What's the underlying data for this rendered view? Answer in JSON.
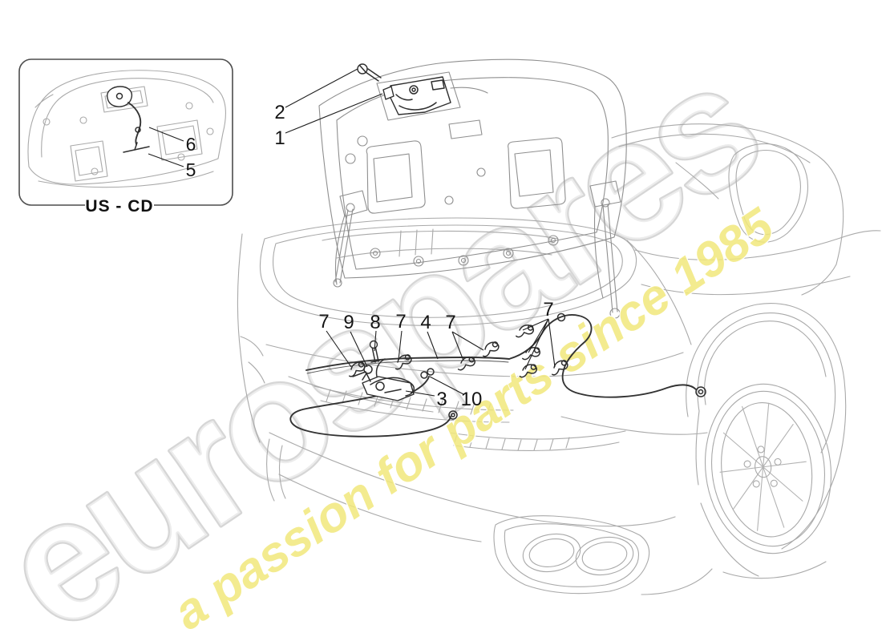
{
  "diagram": {
    "type": "parts-exploded-line-drawing",
    "subject": "rear lid opening and closing system",
    "background": "#ffffff"
  },
  "callouts": [
    "2",
    "1",
    "7",
    "9",
    "8",
    "7",
    "4",
    "7",
    "7",
    "3",
    "10"
  ],
  "inset": {
    "caption": "US - CD",
    "callouts": [
      "6",
      "5"
    ]
  },
  "watermark": {
    "brand": "eurospares",
    "tagline": "a passion for parts since 1985",
    "brand_outline_color": "#d6d6d6",
    "tagline_color": "#f1e77b"
  },
  "colors": {
    "car_line": "#a9a9a9",
    "lid_line": "#8f8f8f",
    "highlight_parts": "#2e2e2e",
    "label_text": "#141414"
  }
}
